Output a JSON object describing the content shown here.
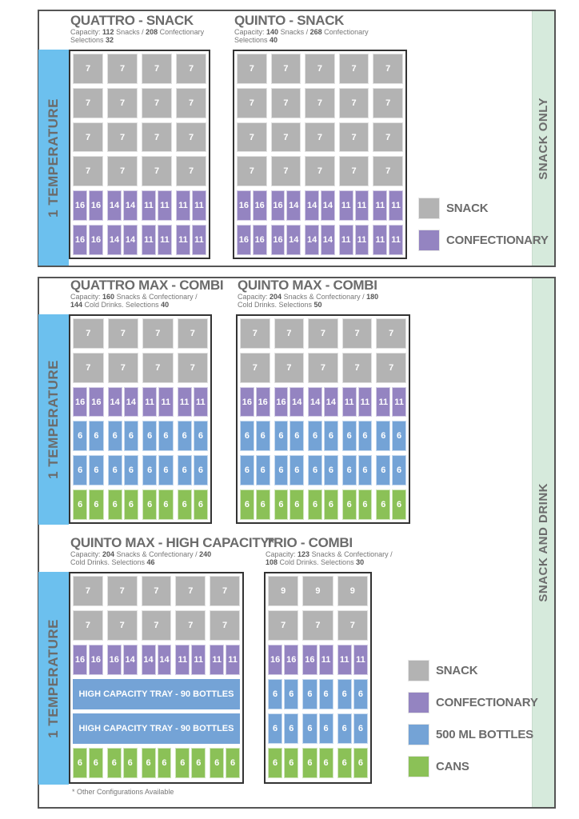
{
  "colors": {
    "snack": "#b3b3b3",
    "confectionary": "#9484c1",
    "bottles": "#74a3d6",
    "cans": "#8bc157",
    "temperature": "#6cc0ee",
    "category_strip": "#d6eadc"
  },
  "sections": [
    {
      "label": "SNACK ONLY",
      "temperature_label": "1 TEMPERATURE",
      "legend": [
        {
          "type": "snack",
          "label": "SNACK"
        },
        {
          "type": "confectionary",
          "label": "CONFECTIONARY"
        }
      ]
    },
    {
      "label": "SNACK AND DRINK",
      "temperature_label": "1 TEMPERATURE",
      "legend": [
        {
          "type": "snack",
          "label": "SNACK"
        },
        {
          "type": "confectionary",
          "label": "CONFECTIONARY"
        },
        {
          "type": "bottles",
          "label": "500 ML BOTTLES"
        },
        {
          "type": "cans",
          "label": "CANS"
        }
      ],
      "footnote": "* Other Configurations Available"
    }
  ],
  "machines": [
    {
      "id": "quattro-snack",
      "title": "QUATTRO - SNACK",
      "capacity_lines": [
        [
          {
            "t": "Capacity: "
          },
          {
            "t": "112",
            "b": 1
          },
          {
            "t": " Snacks / "
          },
          {
            "t": "208",
            "b": 1
          },
          {
            "t": " Confectionary"
          }
        ],
        [
          {
            "t": "Selections "
          },
          {
            "t": "32",
            "b": 1
          }
        ]
      ],
      "rows": [
        {
          "type": "snack",
          "cols": [
            [
              "7"
            ],
            [
              "7"
            ],
            [
              "7"
            ],
            [
              "7"
            ]
          ]
        },
        {
          "type": "snack",
          "cols": [
            [
              "7"
            ],
            [
              "7"
            ],
            [
              "7"
            ],
            [
              "7"
            ]
          ]
        },
        {
          "type": "snack",
          "cols": [
            [
              "7"
            ],
            [
              "7"
            ],
            [
              "7"
            ],
            [
              "7"
            ]
          ]
        },
        {
          "type": "snack",
          "cols": [
            [
              "7"
            ],
            [
              "7"
            ],
            [
              "7"
            ],
            [
              "7"
            ]
          ]
        },
        {
          "type": "confectionary",
          "cols": [
            [
              "16",
              "16"
            ],
            [
              "14",
              "14"
            ],
            [
              "11",
              "11"
            ],
            [
              "11",
              "11"
            ]
          ]
        },
        {
          "type": "confectionary",
          "cols": [
            [
              "16",
              "16"
            ],
            [
              "14",
              "14"
            ],
            [
              "11",
              "11"
            ],
            [
              "11",
              "11"
            ]
          ]
        }
      ]
    },
    {
      "id": "quinto-snack",
      "title": "QUINTO - SNACK",
      "capacity_lines": [
        [
          {
            "t": "Capacity: "
          },
          {
            "t": "140",
            "b": 1
          },
          {
            "t": " Snacks / "
          },
          {
            "t": "268",
            "b": 1
          },
          {
            "t": " Confectionary"
          }
        ],
        [
          {
            "t": "Selections "
          },
          {
            "t": "40",
            "b": 1
          }
        ]
      ],
      "rows": [
        {
          "type": "snack",
          "cols": [
            [
              "7"
            ],
            [
              "7"
            ],
            [
              "7"
            ],
            [
              "7"
            ],
            [
              "7"
            ]
          ]
        },
        {
          "type": "snack",
          "cols": [
            [
              "7"
            ],
            [
              "7"
            ],
            [
              "7"
            ],
            [
              "7"
            ],
            [
              "7"
            ]
          ]
        },
        {
          "type": "snack",
          "cols": [
            [
              "7"
            ],
            [
              "7"
            ],
            [
              "7"
            ],
            [
              "7"
            ],
            [
              "7"
            ]
          ]
        },
        {
          "type": "snack",
          "cols": [
            [
              "7"
            ],
            [
              "7"
            ],
            [
              "7"
            ],
            [
              "7"
            ],
            [
              "7"
            ]
          ]
        },
        {
          "type": "confectionary",
          "cols": [
            [
              "16",
              "16"
            ],
            [
              "16",
              "14"
            ],
            [
              "14",
              "14"
            ],
            [
              "11",
              "11"
            ],
            [
              "11",
              "11"
            ]
          ]
        },
        {
          "type": "confectionary",
          "cols": [
            [
              "16",
              "16"
            ],
            [
              "16",
              "14"
            ],
            [
              "14",
              "14"
            ],
            [
              "11",
              "11"
            ],
            [
              "11",
              "11"
            ]
          ]
        }
      ]
    },
    {
      "id": "quattro-max-combi",
      "title": "QUATTRO MAX - COMBI",
      "capacity_lines": [
        [
          {
            "t": "Capacity: "
          },
          {
            "t": "160",
            "b": 1
          },
          {
            "t": " Snacks & Confectionary /"
          }
        ],
        [
          {
            "t": "144",
            "b": 1
          },
          {
            "t": " Cold Drinks. Selections "
          },
          {
            "t": "40",
            "b": 1
          }
        ]
      ],
      "rows": [
        {
          "type": "snack",
          "cols": [
            [
              "7"
            ],
            [
              "7"
            ],
            [
              "7"
            ],
            [
              "7"
            ]
          ]
        },
        {
          "type": "snack",
          "cols": [
            [
              "7"
            ],
            [
              "7"
            ],
            [
              "7"
            ],
            [
              "7"
            ]
          ]
        },
        {
          "type": "confectionary",
          "cols": [
            [
              "16",
              "16"
            ],
            [
              "14",
              "14"
            ],
            [
              "11",
              "11"
            ],
            [
              "11",
              "11"
            ]
          ]
        },
        {
          "type": "bottles",
          "cols": [
            [
              "6",
              "6"
            ],
            [
              "6",
              "6"
            ],
            [
              "6",
              "6"
            ],
            [
              "6",
              "6"
            ]
          ]
        },
        {
          "type": "bottles",
          "cols": [
            [
              "6",
              "6"
            ],
            [
              "6",
              "6"
            ],
            [
              "6",
              "6"
            ],
            [
              "6",
              "6"
            ]
          ]
        },
        {
          "type": "cans",
          "cols": [
            [
              "6",
              "6"
            ],
            [
              "6",
              "6"
            ],
            [
              "6",
              "6"
            ],
            [
              "6",
              "6"
            ]
          ]
        }
      ]
    },
    {
      "id": "quinto-max-combi",
      "title": "QUINTO MAX - COMBI",
      "capacity_lines": [
        [
          {
            "t": "Capacity: "
          },
          {
            "t": "204",
            "b": 1
          },
          {
            "t": " Snacks & Confectionary / "
          },
          {
            "t": "180",
            "b": 1
          }
        ],
        [
          {
            "t": "Cold Drinks. Selections "
          },
          {
            "t": "50",
            "b": 1
          }
        ]
      ],
      "rows": [
        {
          "type": "snack",
          "cols": [
            [
              "7"
            ],
            [
              "7"
            ],
            [
              "7"
            ],
            [
              "7"
            ],
            [
              "7"
            ]
          ]
        },
        {
          "type": "snack",
          "cols": [
            [
              "7"
            ],
            [
              "7"
            ],
            [
              "7"
            ],
            [
              "7"
            ],
            [
              "7"
            ]
          ]
        },
        {
          "type": "confectionary",
          "cols": [
            [
              "16",
              "16"
            ],
            [
              "16",
              "14"
            ],
            [
              "14",
              "14"
            ],
            [
              "11",
              "11"
            ],
            [
              "11",
              "11"
            ]
          ]
        },
        {
          "type": "bottles",
          "cols": [
            [
              "6",
              "6"
            ],
            [
              "6",
              "6"
            ],
            [
              "6",
              "6"
            ],
            [
              "6",
              "6"
            ],
            [
              "6",
              "6"
            ]
          ]
        },
        {
          "type": "bottles",
          "cols": [
            [
              "6",
              "6"
            ],
            [
              "6",
              "6"
            ],
            [
              "6",
              "6"
            ],
            [
              "6",
              "6"
            ],
            [
              "6",
              "6"
            ]
          ]
        },
        {
          "type": "cans",
          "cols": [
            [
              "6",
              "6"
            ],
            [
              "6",
              "6"
            ],
            [
              "6",
              "6"
            ],
            [
              "6",
              "6"
            ],
            [
              "6",
              "6"
            ]
          ]
        }
      ]
    },
    {
      "id": "quinto-max-high-capacity",
      "title": "QUINTO MAX - HIGH CAPACITY*",
      "capacity_lines": [
        [
          {
            "t": "Capacity: "
          },
          {
            "t": "204",
            "b": 1
          },
          {
            "t": " Snacks & Confectionary / "
          },
          {
            "t": "240",
            "b": 1
          }
        ],
        [
          {
            "t": "Cold Drinks. Selections "
          },
          {
            "t": "46",
            "b": 1
          }
        ]
      ],
      "rows": [
        {
          "type": "snack",
          "cols": [
            [
              "7"
            ],
            [
              "7"
            ],
            [
              "7"
            ],
            [
              "7"
            ],
            [
              "7"
            ]
          ]
        },
        {
          "type": "snack",
          "cols": [
            [
              "7"
            ],
            [
              "7"
            ],
            [
              "7"
            ],
            [
              "7"
            ],
            [
              "7"
            ]
          ]
        },
        {
          "type": "confectionary",
          "cols": [
            [
              "16",
              "16"
            ],
            [
              "16",
              "14"
            ],
            [
              "14",
              "14"
            ],
            [
              "11",
              "11"
            ],
            [
              "11",
              "11"
            ]
          ]
        },
        {
          "type": "tray",
          "label": "HIGH CAPACITY TRAY - 90 BOTTLES"
        },
        {
          "type": "tray",
          "label": "HIGH CAPACITY TRAY - 90 BOTTLES"
        },
        {
          "type": "cans",
          "cols": [
            [
              "6",
              "6"
            ],
            [
              "6",
              "6"
            ],
            [
              "6",
              "6"
            ],
            [
              "6",
              "6"
            ],
            [
              "6",
              "6"
            ]
          ]
        }
      ]
    },
    {
      "id": "trio-combi",
      "title": "TRIO - COMBI",
      "capacity_lines": [
        [
          {
            "t": "Capacity: "
          },
          {
            "t": "123",
            "b": 1
          },
          {
            "t": " Snacks & Confectionary /"
          }
        ],
        [
          {
            "t": "108",
            "b": 1
          },
          {
            "t": " Cold Drinks. Selections "
          },
          {
            "t": "30",
            "b": 1
          }
        ]
      ],
      "rows": [
        {
          "type": "snack",
          "cols": [
            [
              "9"
            ],
            [
              "9"
            ],
            [
              "9"
            ]
          ]
        },
        {
          "type": "snack",
          "cols": [
            [
              "7"
            ],
            [
              "7"
            ],
            [
              "7"
            ]
          ]
        },
        {
          "type": "confectionary",
          "cols": [
            [
              "16",
              "16"
            ],
            [
              "16",
              "11"
            ],
            [
              "11",
              "11"
            ]
          ]
        },
        {
          "type": "bottles",
          "cols": [
            [
              "6",
              "6"
            ],
            [
              "6",
              "6"
            ],
            [
              "6",
              "6"
            ]
          ]
        },
        {
          "type": "bottles",
          "cols": [
            [
              "6",
              "6"
            ],
            [
              "6",
              "6"
            ],
            [
              "6",
              "6"
            ]
          ]
        },
        {
          "type": "cans",
          "cols": [
            [
              "6",
              "6"
            ],
            [
              "6",
              "6"
            ],
            [
              "6",
              "6"
            ]
          ]
        }
      ]
    }
  ]
}
